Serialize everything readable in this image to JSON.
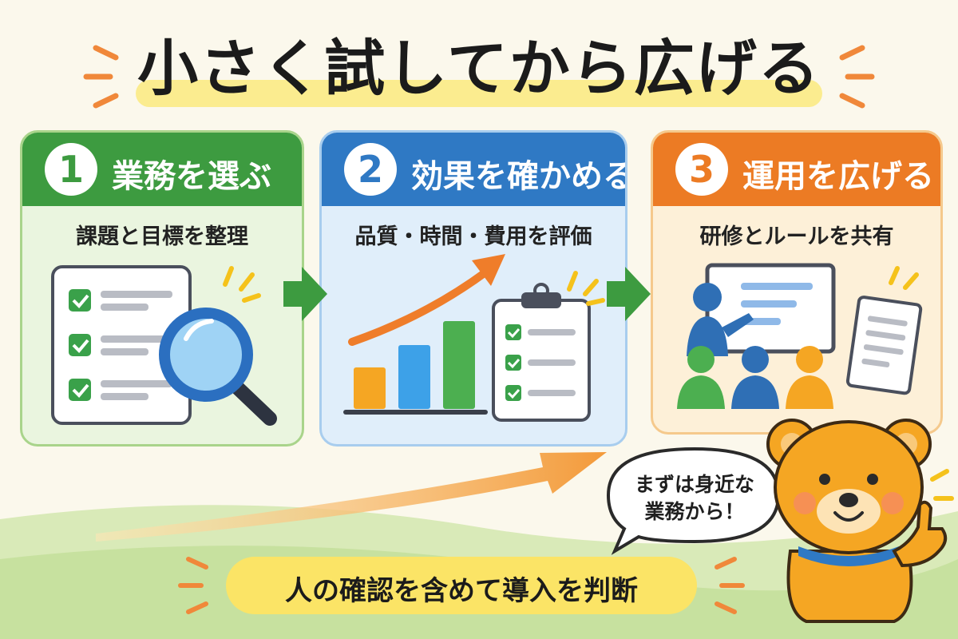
{
  "title": "小さく試してから広げる",
  "steps": [
    {
      "number": "1",
      "label": "業務を選ぶ",
      "subtitle": "課題と目標を整理",
      "color": "#3d9b40",
      "bg": "#eaf5df"
    },
    {
      "number": "2",
      "label": "効果を確かめる",
      "subtitle": "品質・時間・費用を評価",
      "color": "#2f79c4",
      "bg": "#e0eefa"
    },
    {
      "number": "3",
      "label": "運用を広げる",
      "subtitle": "研修とルールを共有",
      "color": "#ec7b24",
      "bg": "#fdf0d8"
    }
  ],
  "bubble": {
    "line1": "まずは身近な",
    "line2": "業務から！"
  },
  "bottom_message": "人の確認を含めて導入を判断",
  "colors": {
    "background": "#fbf8ec",
    "title_band": "#fbec8f",
    "arrow_green": "#3d9b40",
    "growth_arrow": "#f39a3a",
    "mascot": "#f5a623",
    "bottom_pill": "#fbe466"
  }
}
